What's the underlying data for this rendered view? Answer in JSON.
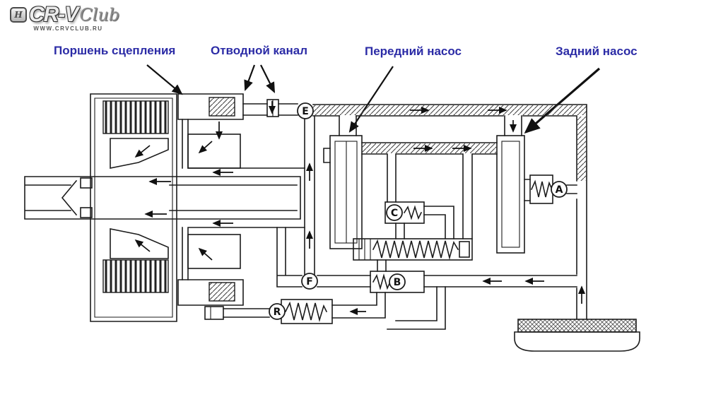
{
  "logo": {
    "badge_letter": "H",
    "brand": "CR-V",
    "brand_suffix": "Club",
    "url": "WWW.CRVCLUB.RU"
  },
  "labels": {
    "clutch_piston": "Поршень сцепления",
    "drain_channel": "Отводной канал",
    "front_pump": "Передний насос",
    "rear_pump": "Задний насос"
  },
  "ports": {
    "e": "E",
    "a": "A",
    "c": "C",
    "f": "F",
    "b": "B",
    "r": "R"
  },
  "colors": {
    "label_text": "#2b2ba6",
    "line": "#1c1c1c",
    "background": "#ffffff"
  }
}
